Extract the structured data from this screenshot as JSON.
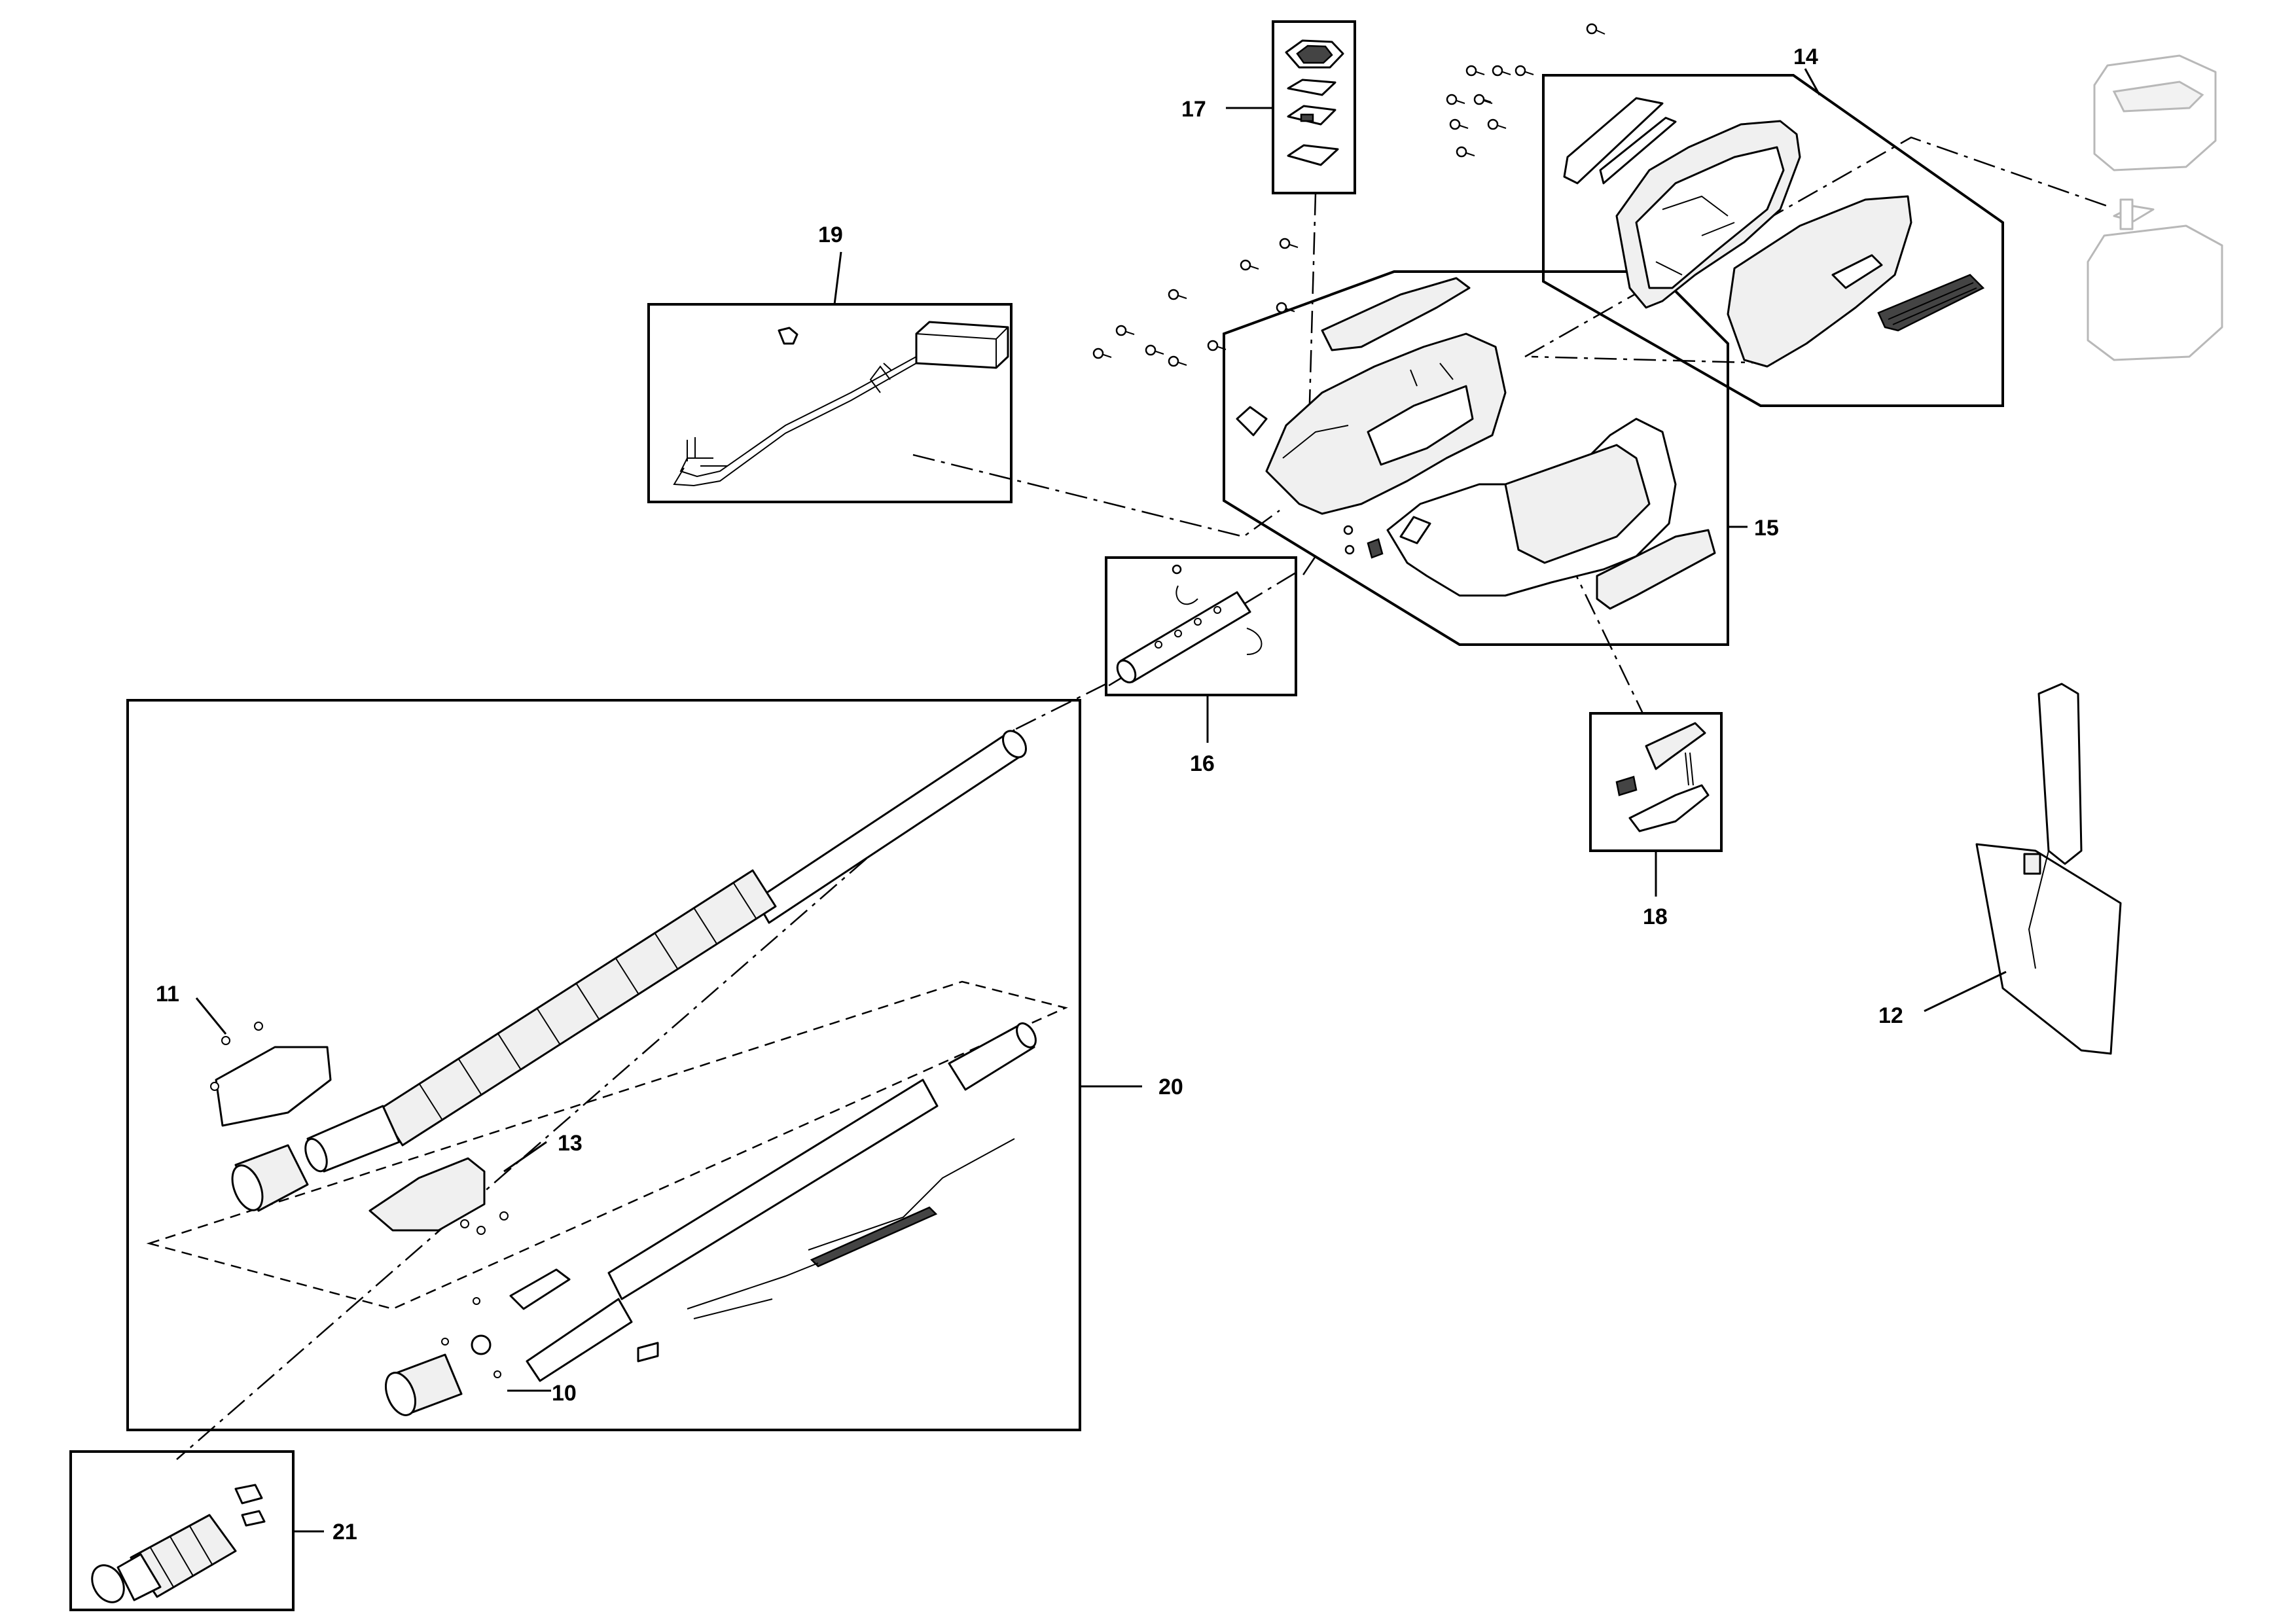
{
  "labels": {
    "l10": "10",
    "l11": "11",
    "l12": "12",
    "l13": "13",
    "l14": "14",
    "l15": "15",
    "l16": "16",
    "l17": "17",
    "l18": "18",
    "l19": "19",
    "l20": "20",
    "l21": "21"
  }
}
